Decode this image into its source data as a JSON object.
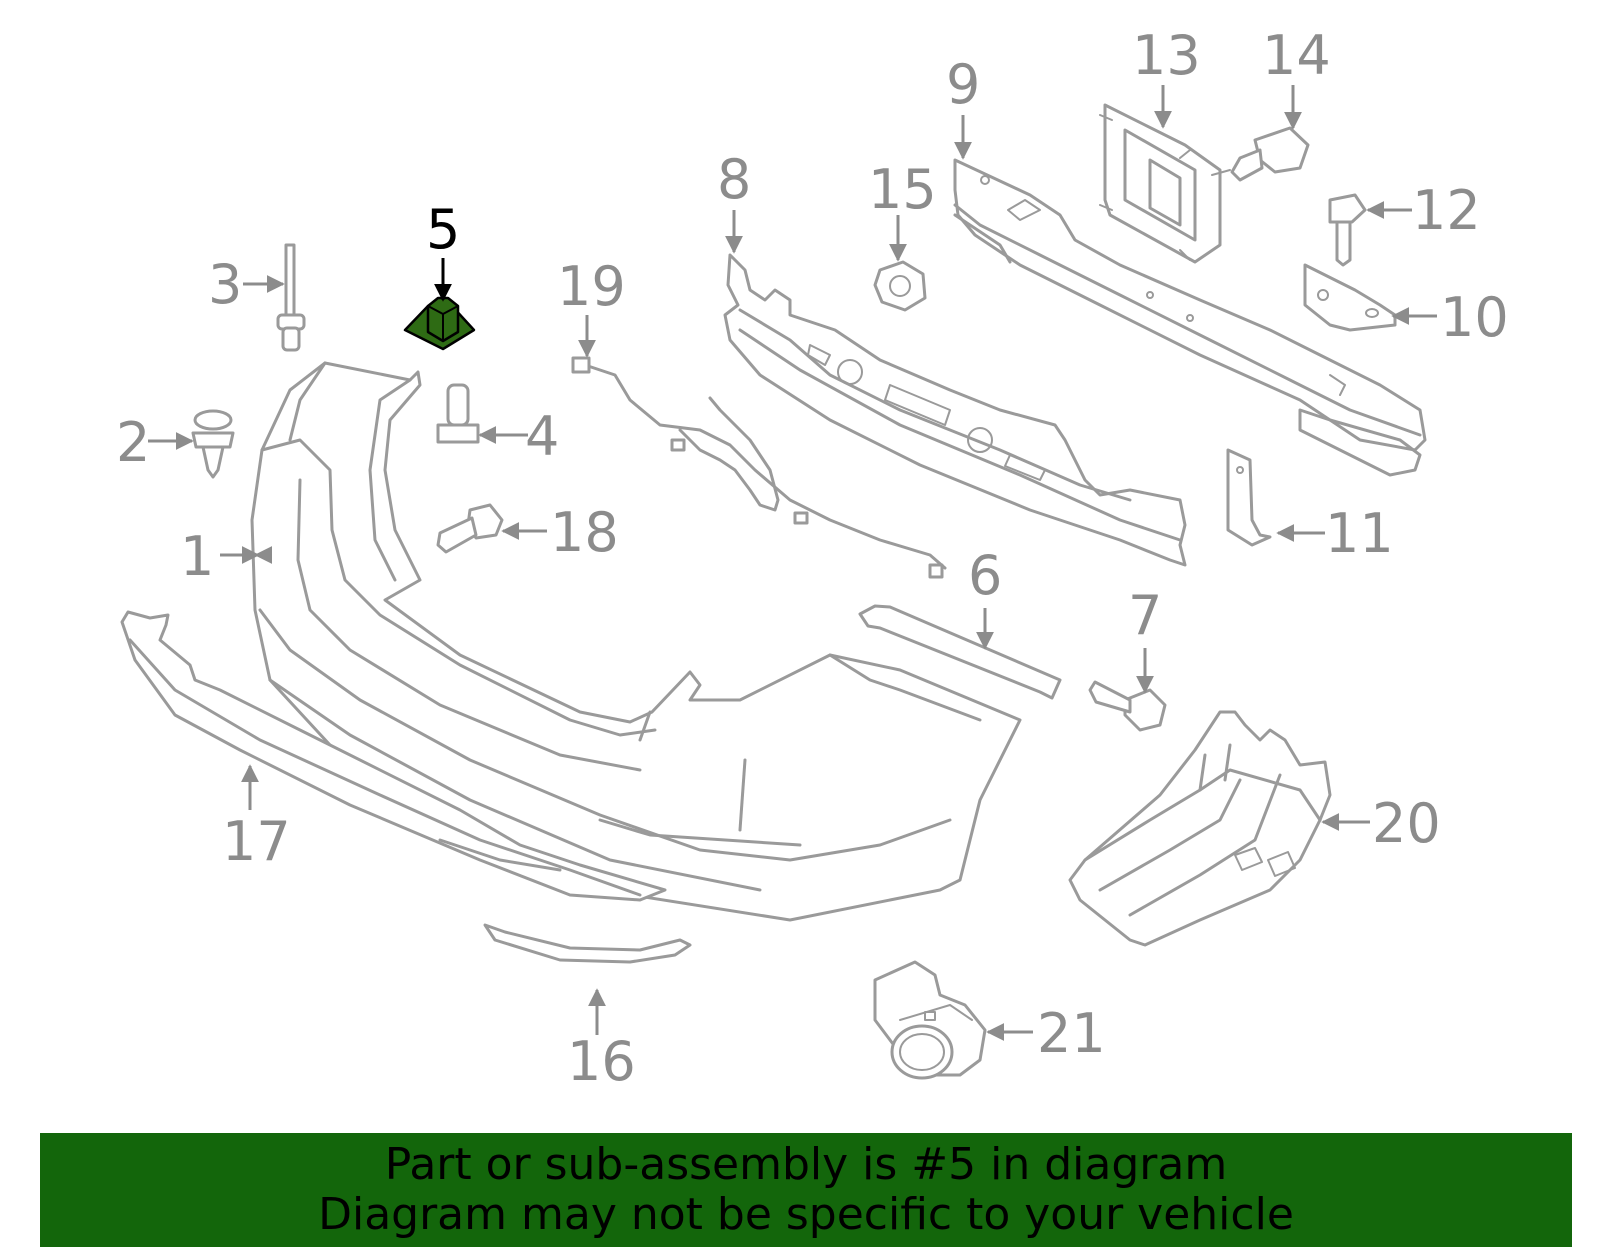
{
  "highlight_color": "#2e6b14",
  "banner": {
    "background": "#13660b",
    "line1": "Part or sub-assembly is #5 in diagram",
    "line2": "Diagram may not be specific to your vehicle"
  },
  "callouts": {
    "c1": "1",
    "c2": "2",
    "c3": "3",
    "c4": "4",
    "c5": "5",
    "c6": "6",
    "c7": "7",
    "c8": "8",
    "c9": "9",
    "c10": "10",
    "c11": "11",
    "c12": "12",
    "c13": "13",
    "c14": "14",
    "c15": "15",
    "c16": "16",
    "c17": "17",
    "c18": "18",
    "c19": "19",
    "c20": "20",
    "c21": "21"
  },
  "selected_callout": "5"
}
